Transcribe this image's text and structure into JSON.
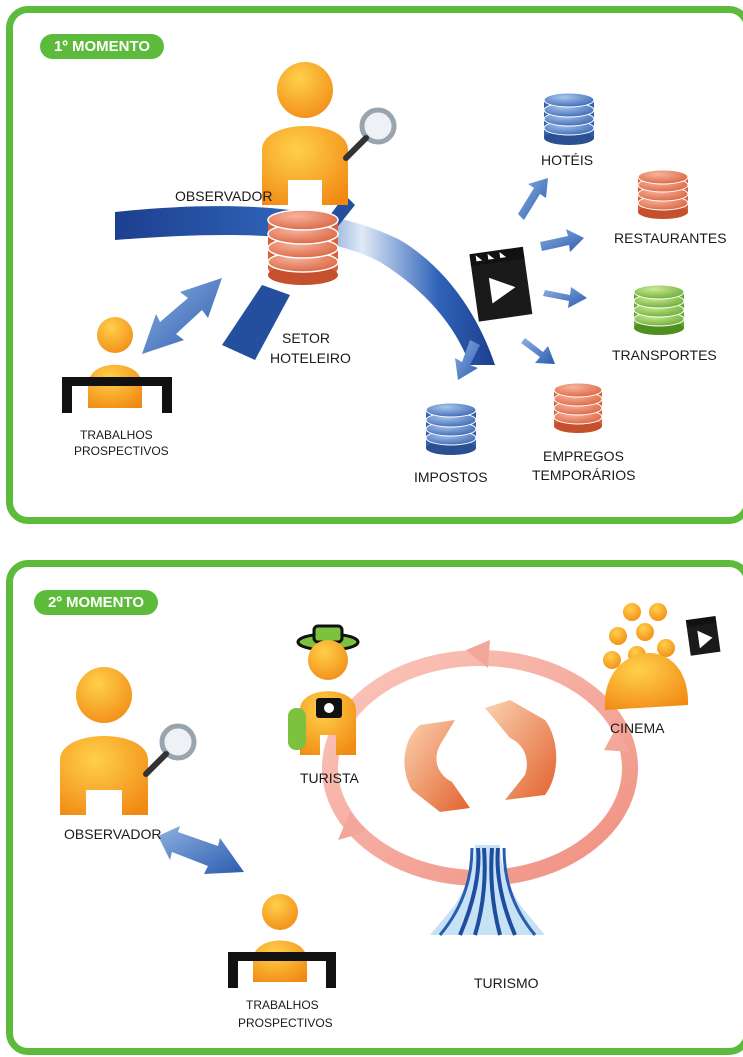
{
  "moment1": {
    "badge": "1º MOMENTO",
    "observer_label": "OBSERVADOR",
    "sector_label_line1": "SETOR",
    "sector_label_line2": "HOTELEIRO",
    "prospective_line1": "TRABALHOS",
    "prospective_line2": "PROSPECTIVOS",
    "outputs": {
      "hoteis": "HOTÉIS",
      "restaurantes": "RESTAURANTES",
      "transportes": "TRANSPORTES",
      "empregos_line1": "EMPREGOS",
      "empregos_line2": "TEMPORÁRIOS",
      "impostos": "IMPOSTOS"
    }
  },
  "moment2": {
    "badge": "2º MOMENTO",
    "observer_label": "OBSERVADOR",
    "tourist_label": "TURISTA",
    "cinema_label": "CINEMA",
    "tourism_label": "TURISMO",
    "prospective_line1": "TRABALHOS",
    "prospective_line2": "PROSPECTIVOS"
  },
  "colors": {
    "panel_border": "#5cbb3a",
    "person_orange": "#f7a21b",
    "arrow_blue": "#1f4e9c",
    "coin_red": "#e2785a",
    "coin_blue": "#4a78c0",
    "coin_green": "#7cc23e",
    "cycle_pink": "#f3a79a"
  },
  "icons": [
    "person-icon",
    "magnifier-icon",
    "coin-stack-icon",
    "clapperboard-icon",
    "double-arrow-icon",
    "cycle-arrows-icon",
    "tourist-icon",
    "crowd-icon",
    "tower-icon"
  ]
}
